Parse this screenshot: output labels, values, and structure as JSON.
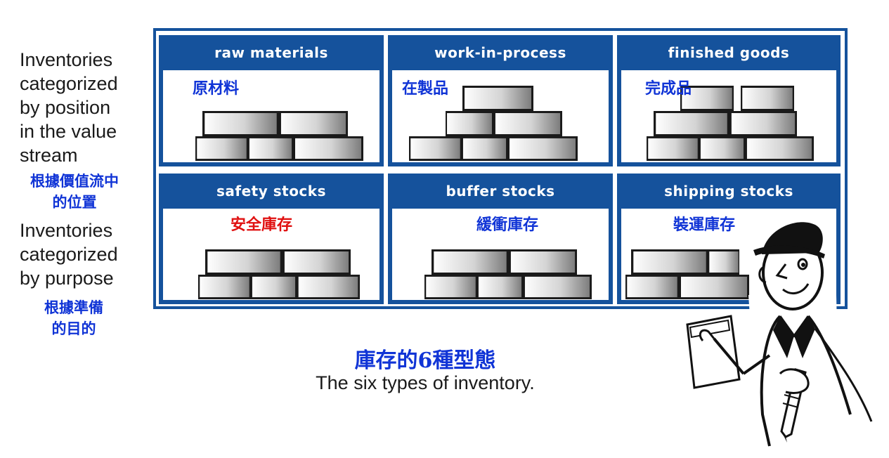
{
  "left": {
    "position_label_lines": [
      "Inventories",
      "categorized",
      "by position",
      "in the value",
      "stream"
    ],
    "position_zh_lines": [
      "根據價值流中",
      "的位置"
    ],
    "purpose_label_lines": [
      "Inventories",
      "categorized",
      "by purpose"
    ],
    "purpose_zh_lines": [
      "根據準備",
      "的目的"
    ]
  },
  "panels": [
    {
      "title": "raw materials",
      "zh": "原材料"
    },
    {
      "title": "work-in-process",
      "zh": "在製品"
    },
    {
      "title": "finished goods",
      "zh": "完成品"
    },
    {
      "title": "safety stocks",
      "zh": "安全庫存"
    },
    {
      "title": "buffer stocks",
      "zh": "緩衝庫存"
    },
    {
      "title": "shipping stocks",
      "zh": "裝運庫存"
    }
  ],
  "caption": {
    "zh": "庫存的6種型態",
    "en": "The six types of inventory."
  },
  "colors": {
    "frame_blue": "#15529c",
    "zh_blue": "#1034d6",
    "zh_red": "#e01010"
  }
}
